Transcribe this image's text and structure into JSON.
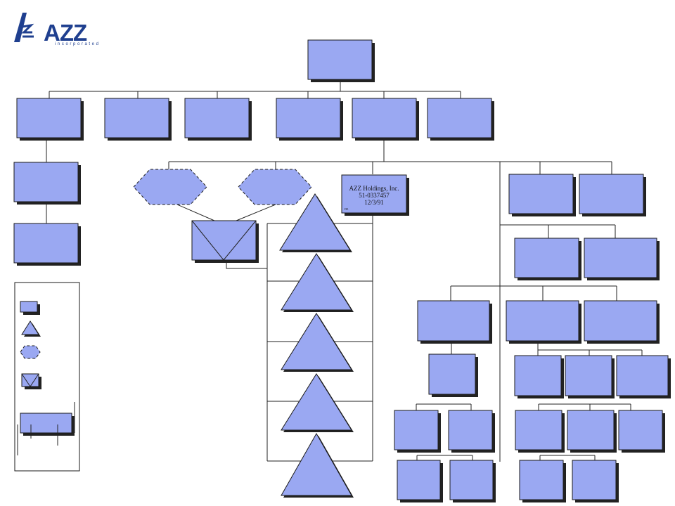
{
  "logo": {
    "name": "AZZ",
    "tagline": "incorporated"
  },
  "card": {
    "line1": "AZZ Holdings, Inc.",
    "line2": "51-0337457",
    "line3": "12/3/91",
    "tiny": "DE"
  },
  "colors": {
    "box_fill": "#9aa8f2",
    "box_stroke": "#1a1a1a",
    "shadow": "#222222",
    "line": "#222222",
    "logo_blue": "#1f3f8f"
  }
}
